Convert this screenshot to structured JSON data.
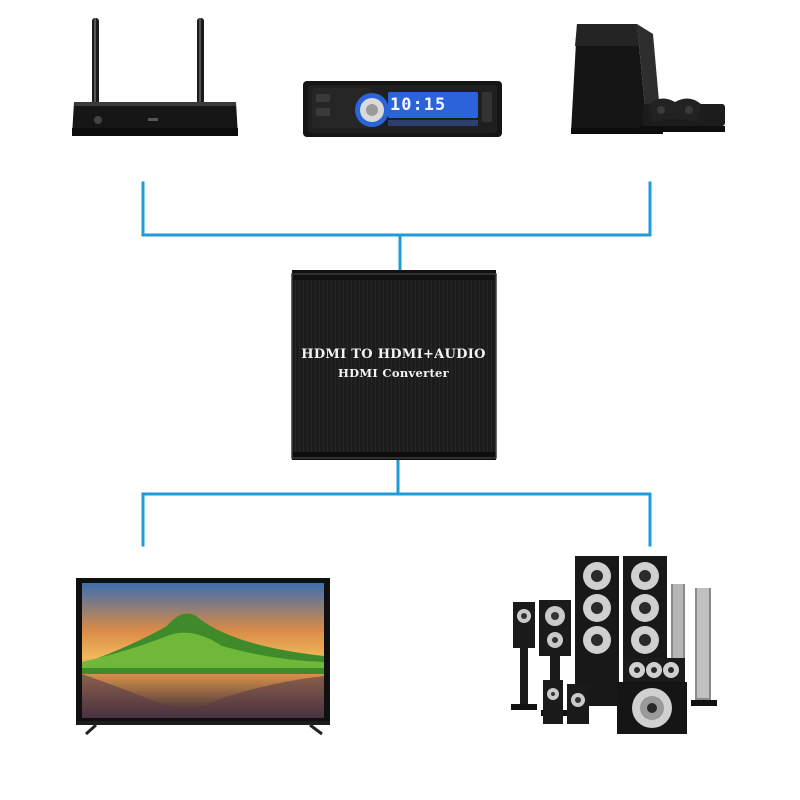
{
  "converter": {
    "title": "HDMI TO HDMI+AUDIO",
    "subtitle": "HDMI Converter"
  },
  "car_radio": {
    "display_time": "10:15"
  },
  "colors": {
    "connector": "#1f9bd7",
    "device_body": "#151515",
    "converter_body": "#1c1c1c",
    "lcd": "#2b63d8"
  },
  "icons": {
    "router": "wifi-router-icon",
    "car_radio": "car-radio-icon",
    "console": "game-console-icon",
    "tv": "television-icon",
    "speakers": "speaker-system-icon"
  }
}
